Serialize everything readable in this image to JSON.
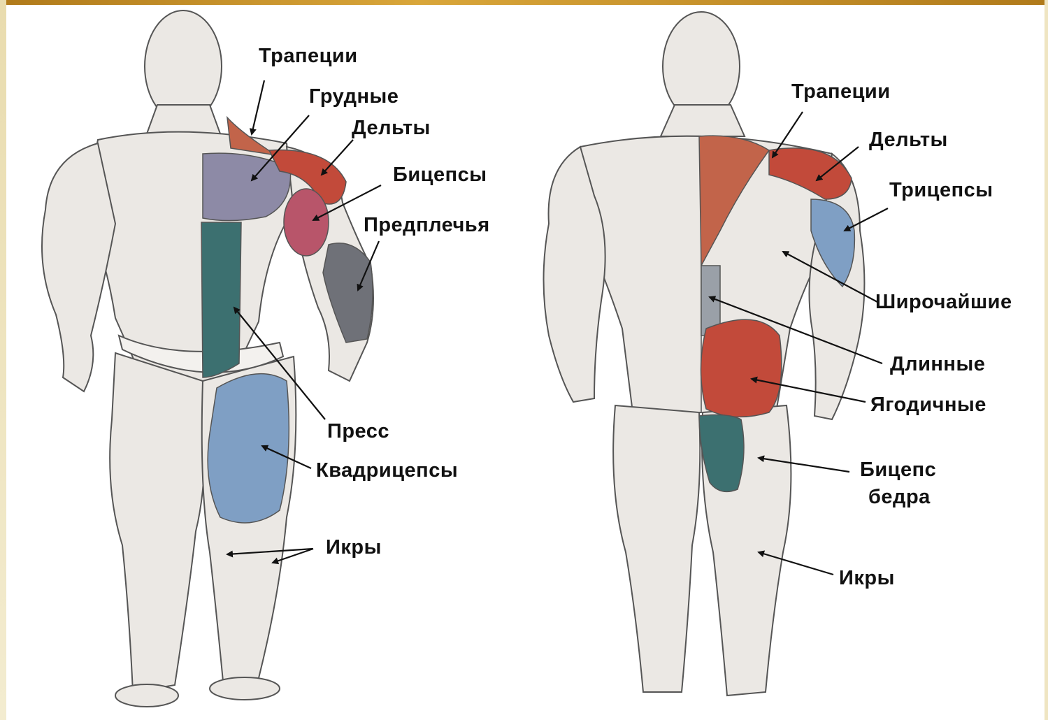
{
  "front_labels": {
    "trapezius": "Трапеции",
    "pectorals": "Грудные",
    "deltoids": "Дельты",
    "biceps": "Бицепсы",
    "forearms": "Предплечья",
    "abs": "Пресс",
    "quadriceps": "Квадрицепсы",
    "calves": "Икры"
  },
  "back_labels": {
    "trapezius": "Трапеции",
    "deltoids": "Дельты",
    "triceps": "Трицепсы",
    "lats": "Широчайшие",
    "erectors": "Длинные",
    "glutes": "Ягодичные",
    "hamstrings_line1": "Бицепс",
    "hamstrings_line2": "бедра",
    "calves": "Икры"
  },
  "colors": {
    "frame_gold": "#c8952c",
    "skin_fill": "#ebe8e4",
    "outline": "#555555",
    "muscle_red": "#c24a3a",
    "muscle_rose": "#b8556a",
    "muscle_teal": "#3c7070",
    "muscle_blue": "#7f9fc4",
    "muscle_gray": "#6f7178",
    "muscle_violet": "#8d8aa6"
  }
}
